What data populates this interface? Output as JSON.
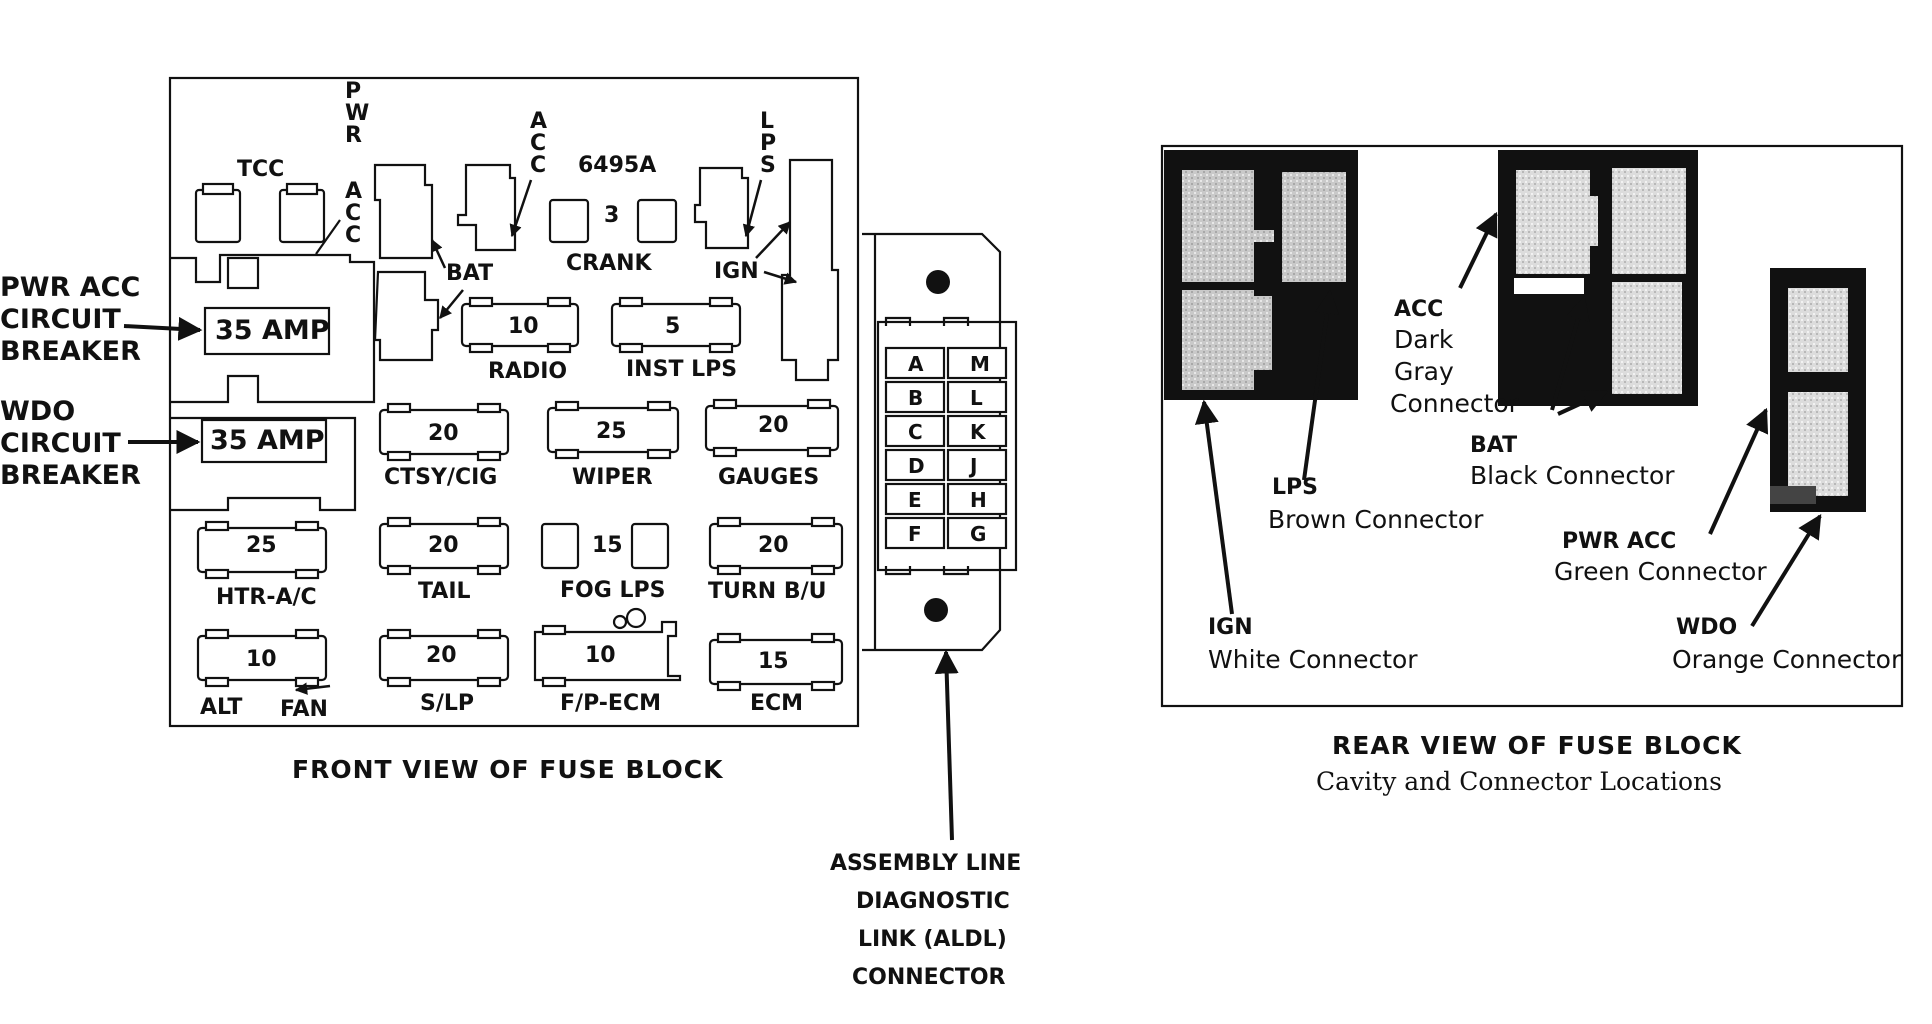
{
  "front": {
    "caption": "FRONT VIEW OF FUSE BLOCK",
    "left_labels": {
      "pwr_acc_cb": [
        "PWR ACC",
        "CIRCUIT",
        "BREAKER"
      ],
      "wdo_cb": [
        "WDO",
        "CIRCUIT",
        "BREAKER"
      ]
    },
    "top_labels": {
      "tcc": "TCC",
      "pwr": [
        "P",
        "W",
        "R"
      ],
      "acc_small": [
        "A",
        "C",
        "C"
      ],
      "acc_mid": [
        "A",
        "C",
        "C"
      ],
      "part_no": "6495A",
      "three": "3",
      "crank": "CRANK",
      "bat": "BAT",
      "lps": [
        "L",
        "P",
        "S"
      ],
      "ign": "IGN"
    },
    "breakers": [
      {
        "value": "35 AMP"
      },
      {
        "value": "35 AMP"
      }
    ],
    "fuses": [
      {
        "value": "10",
        "label": "RADIO"
      },
      {
        "value": "5",
        "label": "INST LPS"
      },
      {
        "value": "20",
        "label": "CTSY/CIG"
      },
      {
        "value": "25",
        "label": "WIPER"
      },
      {
        "value": "20",
        "label": "GAUGES"
      },
      {
        "value": "25",
        "label": "HTR-A/C"
      },
      {
        "value": "20",
        "label": "TAIL"
      },
      {
        "value": "15",
        "label": "FOG LPS"
      },
      {
        "value": "20",
        "label": "TURN B/U"
      },
      {
        "value": "10",
        "label": "ALT"
      },
      {
        "value": "20",
        "label": "S/LP"
      },
      {
        "value": "10",
        "label": "F/P-ECM"
      },
      {
        "value": "15",
        "label": "ECM"
      }
    ],
    "fan_label": "FAN"
  },
  "aldl": {
    "pins_left": [
      "A",
      "B",
      "C",
      "D",
      "E",
      "F"
    ],
    "pins_right": [
      "M",
      "L",
      "K",
      "J",
      "H",
      "G"
    ],
    "caption": [
      "ASSEMBLY LINE",
      "DIAGNOSTIC",
      "LINK (ALDL)",
      "CONNECTOR"
    ]
  },
  "rear": {
    "caption": "REAR VIEW OF FUSE BLOCK",
    "subcaption": "Cavity and Connector Locations",
    "connectors": {
      "acc": {
        "name": "ACC",
        "desc": [
          "Dark",
          "Gray",
          "Connector"
        ]
      },
      "bat": {
        "name": "BAT",
        "desc": "Black Connector"
      },
      "lps": {
        "name": "LPS",
        "desc": "Brown Connector"
      },
      "ign": {
        "name": "IGN",
        "desc": "White Connector"
      },
      "pwr_acc": {
        "name": "PWR ACC",
        "desc": "Green Connector"
      },
      "wdo": {
        "name": "WDO",
        "desc": "Orange Connector"
      }
    },
    "colors": {
      "dark": "#111111",
      "gray": "#bdbdbd"
    }
  }
}
